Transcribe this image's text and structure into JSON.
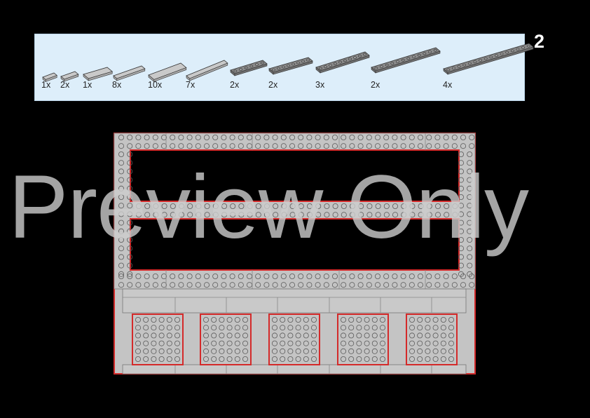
{
  "step": {
    "number": "2"
  },
  "parts_list": [
    {
      "qty": "1x",
      "icon": "tile-1x2-icon"
    },
    {
      "qty": "2x",
      "icon": "plate-corner-icon"
    },
    {
      "qty": "1x",
      "icon": "tile-2x4-icon"
    },
    {
      "qty": "8x",
      "icon": "tile-1x6-icon"
    },
    {
      "qty": "10x",
      "icon": "tile-2x6-icon"
    },
    {
      "qty": "7x",
      "icon": "tile-1x8-icon"
    },
    {
      "qty": "2x",
      "icon": "plate-1x6-icon"
    },
    {
      "qty": "2x",
      "icon": "plate-1x8-icon"
    },
    {
      "qty": "3x",
      "icon": "plate-1x10-icon"
    },
    {
      "qty": "2x",
      "icon": "plate-1x12-icon"
    },
    {
      "qty": "4x",
      "icon": "plate-1x16-icon"
    }
  ],
  "colors": {
    "panel": "#ddeefa",
    "brick": "#c4c4c4",
    "outline_new": "#d42a2a",
    "background": "#000000"
  },
  "watermark": "Preview Only"
}
